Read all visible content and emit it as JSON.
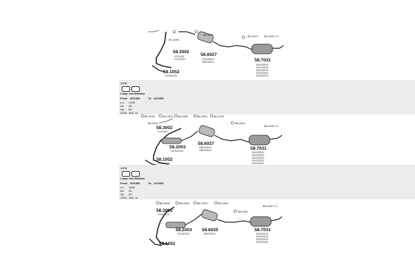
{
  "sections": [
    {
      "top_labels": [
        "",
        "",
        "",
        ""
      ],
      "parts": [
        {
          "pn": "58.3002",
          "sub": [
            "07432001",
            "07512020H"
          ]
        },
        {
          "pn": "58.1052",
          "sub": [
            "0752500053"
          ]
        },
        {
          "pn": "58.6027",
          "sub": [
            "0743028020",
            "0382024020"
          ]
        },
        {
          "pn": "58.7031",
          "sub": [
            "0442028040",
            "0442020040",
            "0441030040",
            "0752030040",
            "0752030040"
          ]
        }
      ],
      "codes": [
        "90-1293",
        "88-1151",
        "89-1012",
        "88-1190 x 2"
      ]
    },
    {
      "band": {
        "engine": "1.9 D",
        "model": "Large Van Minibus",
        "from_label": "From",
        "from_value": "05/1990",
        "to_label": "To",
        "to_value": "12/1995",
        "specs": [
          {
            "k": "e.c.",
            "v": "1908"
          },
          {
            "k": "kw.",
            "v": "45"
          },
          {
            "k": "Hp.",
            "v": "60"
          }
        ],
        "note": "2348 - NSL 1s"
      },
      "parts": [
        {
          "pn": "58.3002",
          "sub": [
            "07432001"
          ]
        },
        {
          "pn": "58.2003",
          "sub": [
            "0752020208"
          ]
        },
        {
          "pn": "58.6027",
          "sub": [
            "0382024020",
            "0382024020"
          ]
        },
        {
          "pn": "58.1052",
          "sub": [
            "0752040418"
          ]
        },
        {
          "pn": "58.7031",
          "sub": [
            "0442020040",
            "0442020040",
            "0442020020",
            "0752030040",
            "0752030040"
          ]
        }
      ],
      "codes": [
        "88-1293",
        "88-3016",
        "88-1054",
        "88-1054",
        "88-1054",
        "88-1114",
        "88-1190 x 2",
        "88-1151"
      ]
    },
    {
      "band": {
        "engine": "1.9 D",
        "model": "Large Van Minibus",
        "from_label": "From",
        "from_value": "05/1990",
        "to_label": "To",
        "to_value": "12/1995",
        "specs": [
          {
            "k": "e.c.",
            "v": "1908"
          },
          {
            "k": "kw.",
            "v": "45"
          },
          {
            "k": "Hp.",
            "v": "60"
          }
        ],
        "note": "2348 - NSL 1s"
      },
      "parts": [
        {
          "pn": "58.3002",
          "sub": [
            "0743020001"
          ]
        },
        {
          "pn": "58.2003",
          "sub": [
            "0742020208"
          ]
        },
        {
          "pn": "58.6025",
          "sub": [
            "0382024020"
          ]
        },
        {
          "pn": "58.1052",
          "sub": []
        },
        {
          "pn": "58.7031",
          "sub": [
            "0442020040",
            "0442020040",
            "0442020040",
            "0442020020"
          ]
        }
      ],
      "codes": [
        "88-3016",
        "88-1054",
        "88-1293",
        "88-1054",
        "88-1151",
        "88-1190 x 2"
      ]
    }
  ]
}
